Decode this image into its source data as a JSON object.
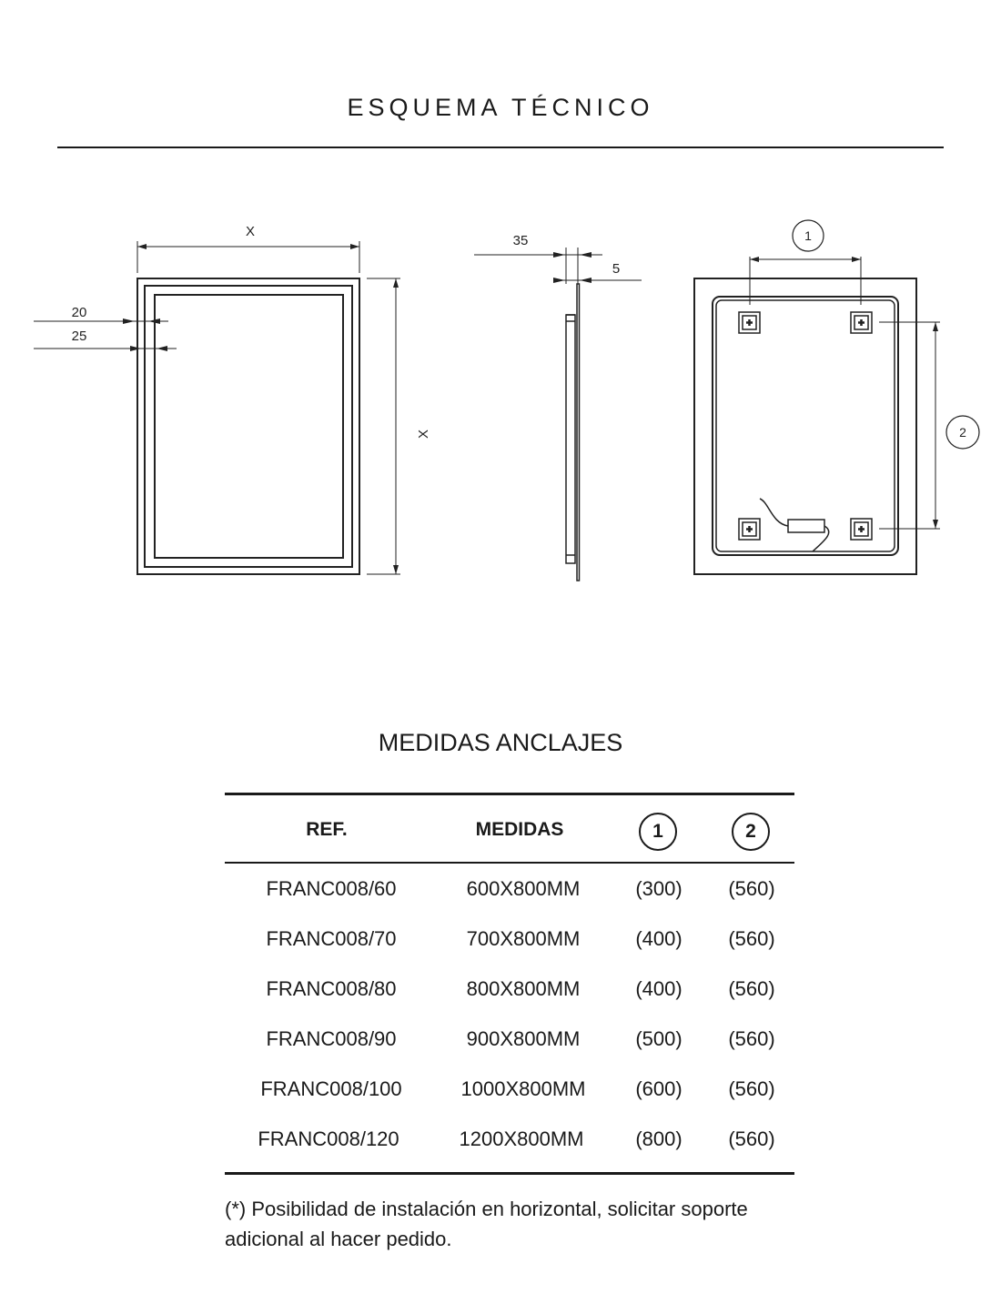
{
  "title": "ESQUEMA TÉCNICO",
  "drawing": {
    "front": {
      "width_label": "X",
      "height_label": "X",
      "dim_a": "20",
      "dim_b": "25"
    },
    "side": {
      "depth_label": "35",
      "glass_label": "5"
    },
    "back": {
      "marker_1": "1",
      "marker_2": "2"
    }
  },
  "table": {
    "title": "MEDIDAS ANCLAJES",
    "headers": {
      "ref": "REF.",
      "medidas": "MEDIDAS",
      "col1": "1",
      "col2": "2"
    },
    "rows": [
      {
        "ref": "FRANC008/60",
        "medidas": "600X800MM",
        "c1": "(300)",
        "c2": "(560)"
      },
      {
        "ref": "FRANC008/70",
        "medidas": "700X800MM",
        "c1": "(400)",
        "c2": "(560)"
      },
      {
        "ref": "FRANC008/80",
        "medidas": "800X800MM",
        "c1": "(400)",
        "c2": "(560)"
      },
      {
        "ref": "FRANC008/90",
        "medidas": "900X800MM",
        "c1": "(500)",
        "c2": "(560)"
      },
      {
        "ref": "FRANC008/100",
        "medidas": "1000X800MM",
        "c1": "(600)",
        "c2": "(560)"
      },
      {
        "ref": "FRANC008/120",
        "medidas": "1200X800MM",
        "c1": "(800)",
        "c2": "(560)"
      }
    ]
  },
  "footnote": "(*) Posibilidad de instalación en horizontal, solicitar soporte adicional al hacer pedido."
}
